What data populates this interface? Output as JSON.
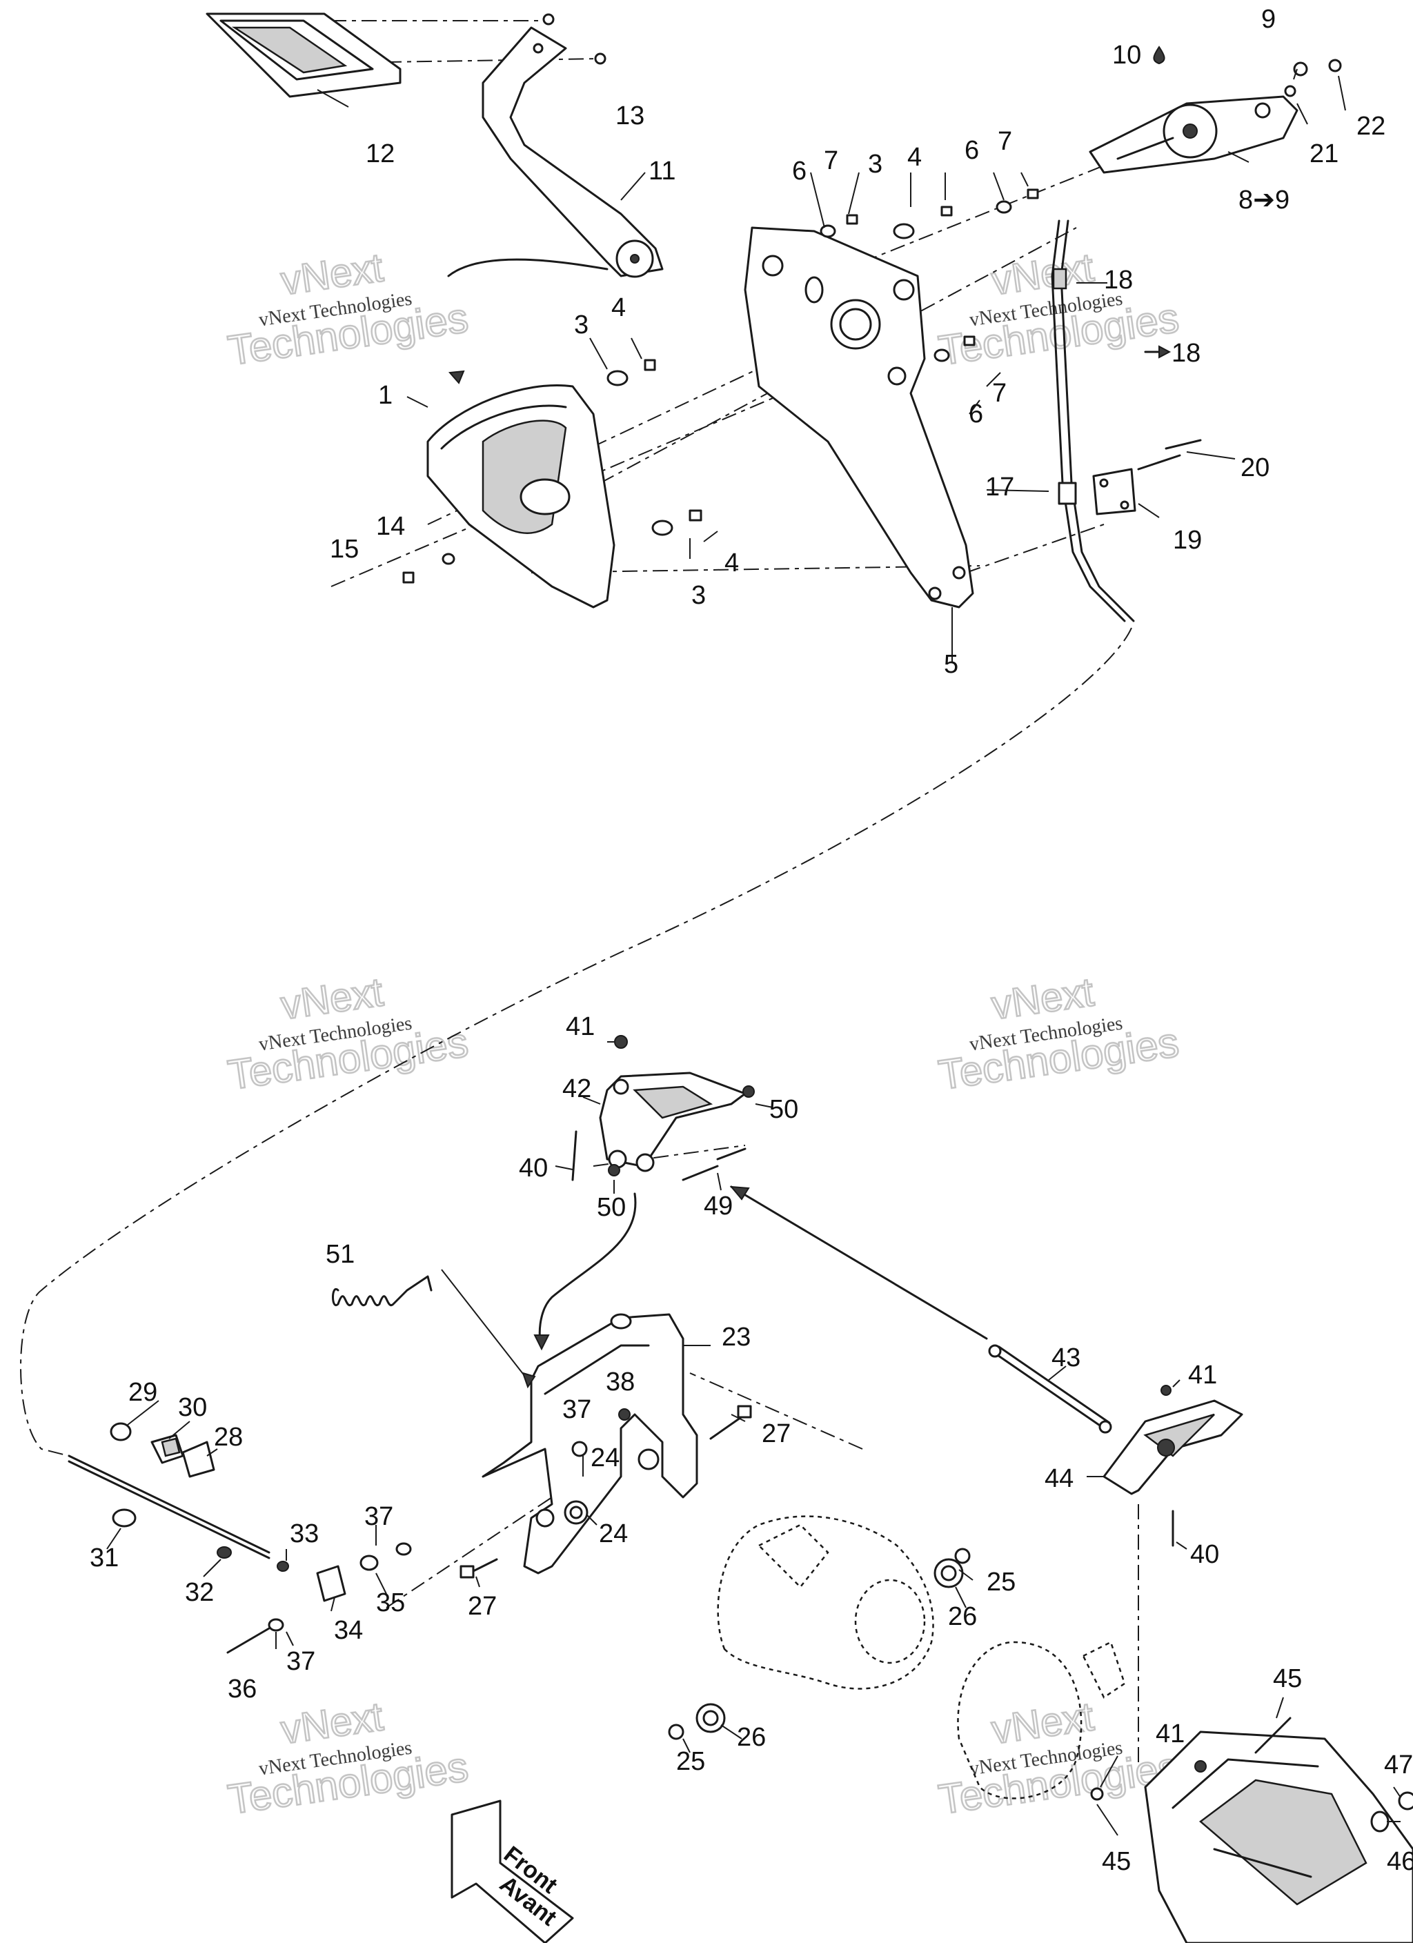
{
  "callouts": [
    {
      "id": "c1",
      "text": "1"
    },
    {
      "id": "c3a",
      "text": "3"
    },
    {
      "id": "c3b",
      "text": "3"
    },
    {
      "id": "c3c",
      "text": "3"
    },
    {
      "id": "c4a",
      "text": "4"
    },
    {
      "id": "c4b",
      "text": "4"
    },
    {
      "id": "c4c",
      "text": "4"
    },
    {
      "id": "c5",
      "text": "5"
    },
    {
      "id": "c6a",
      "text": "6"
    },
    {
      "id": "c6b",
      "text": "6"
    },
    {
      "id": "c6c",
      "text": "6"
    },
    {
      "id": "c7a",
      "text": "7"
    },
    {
      "id": "c7b",
      "text": "7"
    },
    {
      "id": "c7c",
      "text": "7"
    },
    {
      "id": "c8",
      "text": "8➔9"
    },
    {
      "id": "c9",
      "text": "9"
    },
    {
      "id": "c10",
      "text": "10"
    },
    {
      "id": "c11",
      "text": "11"
    },
    {
      "id": "c12",
      "text": "12"
    },
    {
      "id": "c13",
      "text": "13"
    },
    {
      "id": "c14",
      "text": "14"
    },
    {
      "id": "c15",
      "text": "15"
    },
    {
      "id": "c17",
      "text": "17"
    },
    {
      "id": "c18a",
      "text": "18"
    },
    {
      "id": "c18b",
      "text": "18"
    },
    {
      "id": "c19",
      "text": "19"
    },
    {
      "id": "c20",
      "text": "20"
    },
    {
      "id": "c21",
      "text": "21"
    },
    {
      "id": "c22",
      "text": "22"
    },
    {
      "id": "c23",
      "text": "23"
    },
    {
      "id": "c24a",
      "text": "24"
    },
    {
      "id": "c24b",
      "text": "24"
    },
    {
      "id": "c25a",
      "text": "25"
    },
    {
      "id": "c25b",
      "text": "25"
    },
    {
      "id": "c26a",
      "text": "26"
    },
    {
      "id": "c26b",
      "text": "26"
    },
    {
      "id": "c27a",
      "text": "27"
    },
    {
      "id": "c27b",
      "text": "27"
    },
    {
      "id": "c28",
      "text": "28"
    },
    {
      "id": "c29",
      "text": "29"
    },
    {
      "id": "c30",
      "text": "30"
    },
    {
      "id": "c31",
      "text": "31"
    },
    {
      "id": "c32",
      "text": "32"
    },
    {
      "id": "c33",
      "text": "33"
    },
    {
      "id": "c34",
      "text": "34"
    },
    {
      "id": "c35",
      "text": "35"
    },
    {
      "id": "c36",
      "text": "36"
    },
    {
      "id": "c37a",
      "text": "37"
    },
    {
      "id": "c37b",
      "text": "37"
    },
    {
      "id": "c37c",
      "text": "37"
    },
    {
      "id": "c38",
      "text": "38"
    },
    {
      "id": "c40a",
      "text": "40"
    },
    {
      "id": "c40b",
      "text": "40"
    },
    {
      "id": "c41a",
      "text": "41"
    },
    {
      "id": "c41b",
      "text": "41"
    },
    {
      "id": "c41c",
      "text": "41"
    },
    {
      "id": "c42",
      "text": "42"
    },
    {
      "id": "c43",
      "text": "43"
    },
    {
      "id": "c44",
      "text": "44"
    },
    {
      "id": "c45a",
      "text": "45"
    },
    {
      "id": "c45b",
      "text": "45"
    },
    {
      "id": "c46",
      "text": "46"
    },
    {
      "id": "c47",
      "text": "47"
    },
    {
      "id": "c49",
      "text": "49"
    },
    {
      "id": "c50a",
      "text": "50"
    },
    {
      "id": "c50b",
      "text": "50"
    },
    {
      "id": "c51",
      "text": "51"
    }
  ],
  "watermark": {
    "line1": "vNext Technologies",
    "line2": "vNext",
    "line3": "Technologies"
  },
  "front_arrow": {
    "line1": "Front",
    "line2": "Avant"
  }
}
